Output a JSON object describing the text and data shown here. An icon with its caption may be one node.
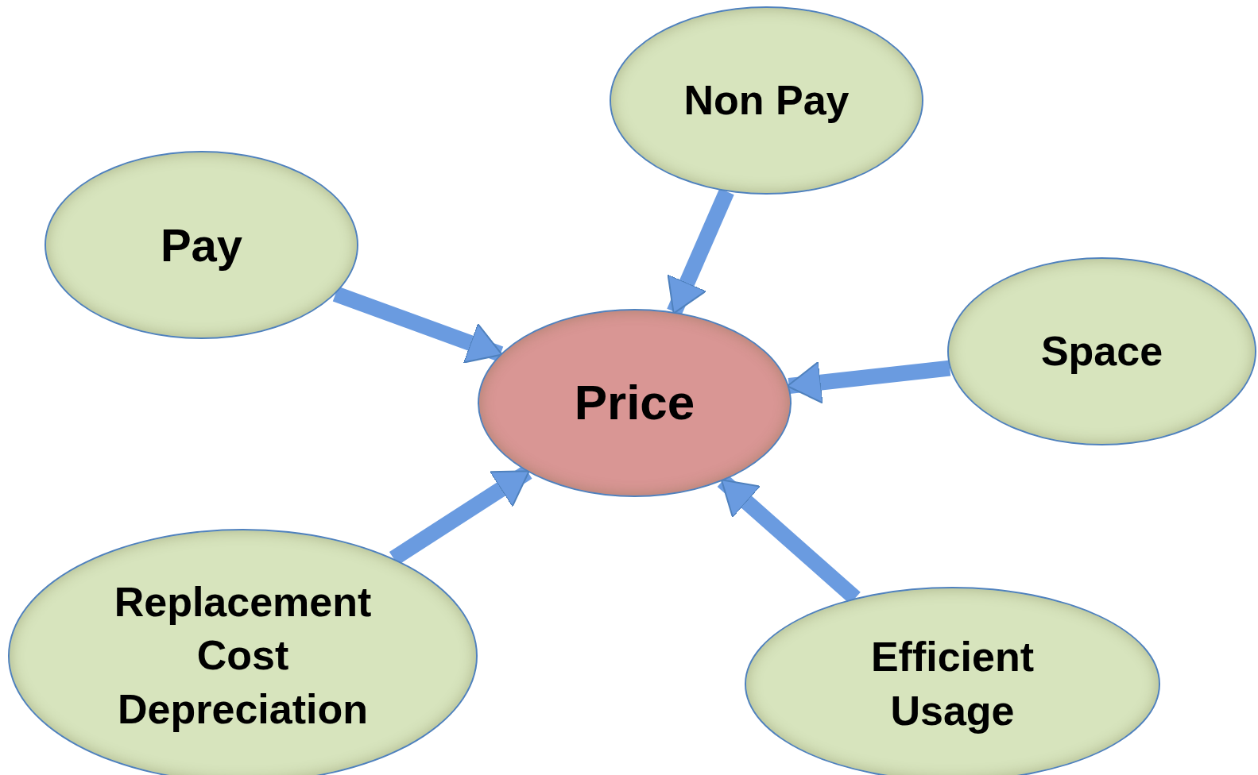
{
  "diagram": {
    "nodes": [
      {
        "text": [
          "Price"
        ]
      },
      {
        "text": [
          "Pay"
        ]
      },
      {
        "text": [
          "Non Pay"
        ]
      },
      {
        "text": [
          "Space"
        ]
      },
      {
        "text": [
          "Replacement Cost Depreciation"
        ]
      },
      {
        "text": [
          "Efficient Usage"
        ]
      }
    ],
    "edges": [
      {
        "from": 1,
        "to": 0,
        "arrow": "to"
      },
      {
        "from": 2,
        "to": 0,
        "arrow": "to"
      },
      {
        "from": 3,
        "to": 0,
        "arrow": "to"
      },
      {
        "from": 4,
        "to": 0,
        "arrow": "to"
      },
      {
        "from": 5,
        "to": 0,
        "arrow": "to"
      }
    ]
  }
}
